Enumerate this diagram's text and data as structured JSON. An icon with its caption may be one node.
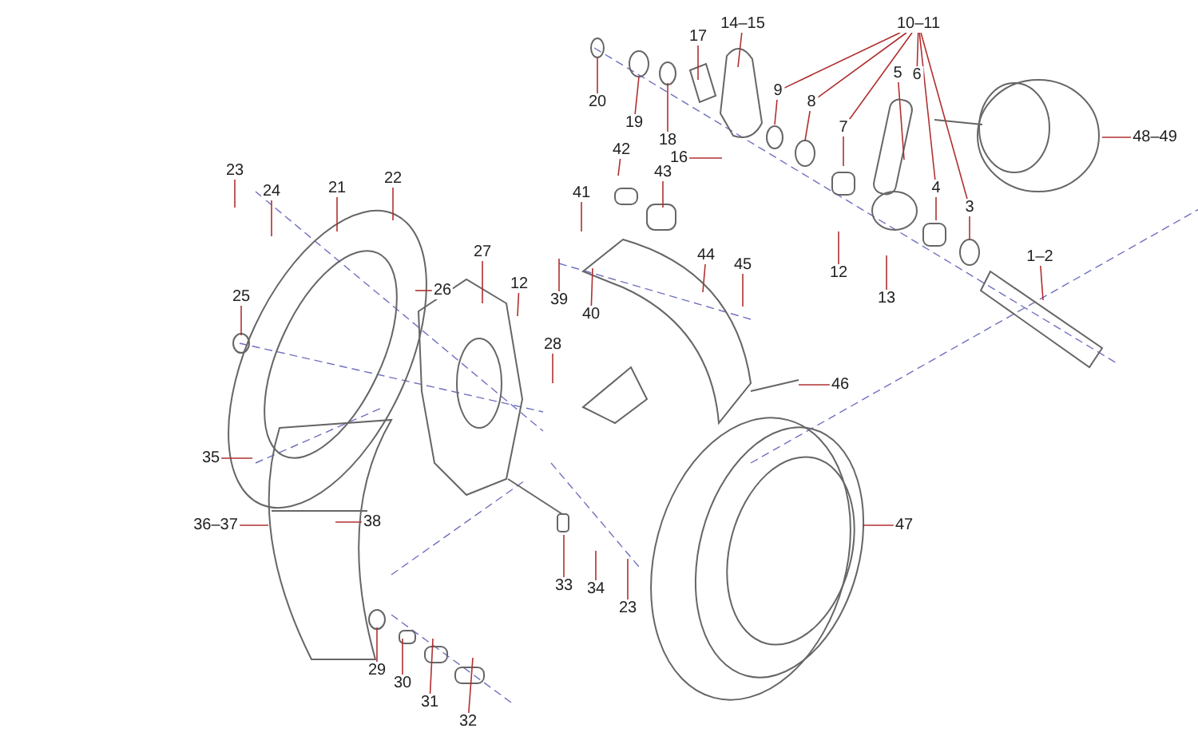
{
  "diagram": {
    "nodes": [
      {
        "text": [
          "14–15"
        ]
      },
      {
        "text": [
          "10–11"
        ]
      },
      {
        "text": [
          "17"
        ]
      },
      {
        "text": [
          "5"
        ]
      },
      {
        "text": [
          "9"
        ]
      },
      {
        "text": [
          "20"
        ]
      },
      {
        "text": [
          "19"
        ]
      },
      {
        "text": [
          "8"
        ]
      },
      {
        "text": [
          "48–49"
        ]
      },
      {
        "text": [
          "7"
        ]
      },
      {
        "text": [
          "18"
        ]
      },
      {
        "text": [
          "42"
        ]
      },
      {
        "text": [
          "16"
        ]
      },
      {
        "text": [
          "43"
        ]
      },
      {
        "text": [
          "23"
        ]
      },
      {
        "text": [
          "21"
        ]
      },
      {
        "text": [
          "22"
        ]
      },
      {
        "text": [
          "4"
        ]
      },
      {
        "text": [
          "41"
        ]
      },
      {
        "text": [
          "3"
        ]
      },
      {
        "text": [
          "24"
        ]
      },
      {
        "text": [
          "1–2"
        ]
      },
      {
        "text": [
          "27"
        ]
      },
      {
        "text": [
          "12"
        ]
      },
      {
        "text": [
          "26"
        ]
      },
      {
        "text": [
          "39"
        ]
      },
      {
        "text": [
          "25"
        ]
      },
      {
        "text": [
          "44"
        ]
      },
      {
        "text": [
          "45"
        ]
      },
      {
        "text": [
          "12"
        ]
      },
      {
        "text": [
          "13"
        ]
      },
      {
        "text": [
          "40"
        ]
      },
      {
        "text": [
          "28"
        ]
      },
      {
        "text": [
          "46"
        ]
      },
      {
        "text": [
          "35"
        ]
      },
      {
        "text": [
          "38"
        ]
      },
      {
        "text": [
          "36–37"
        ]
      },
      {
        "text": [
          "47"
        ]
      },
      {
        "text": [
          "33"
        ]
      },
      {
        "text": [
          "34"
        ]
      },
      {
        "text": [
          "23"
        ]
      },
      {
        "text": [
          "29"
        ]
      },
      {
        "text": [
          "30"
        ]
      },
      {
        "text": [
          "31"
        ]
      },
      {
        "text": [
          "32"
        ]
      },
      {
        "text": [
          "6"
        ]
      }
    ],
    "edges": [
      {
        "from": 0,
        "to": null,
        "arrow": "none"
      },
      {
        "from": 1,
        "to": 4,
        "arrow": "none"
      },
      {
        "from": 1,
        "to": 7,
        "arrow": "none"
      },
      {
        "from": 1,
        "to": 9,
        "arrow": "none"
      },
      {
        "from": 1,
        "to": 45,
        "arrow": "none"
      },
      {
        "from": 1,
        "to": 17,
        "arrow": "none"
      },
      {
        "from": 1,
        "to": 19,
        "arrow": "none"
      },
      {
        "from": 2,
        "to": null,
        "arrow": "none"
      },
      {
        "from": 3,
        "to": null,
        "arrow": "none"
      },
      {
        "from": 4,
        "to": null,
        "arrow": "none"
      },
      {
        "from": 5,
        "to": null,
        "arrow": "none"
      },
      {
        "from": 6,
        "to": null,
        "arrow": "none"
      },
      {
        "from": 7,
        "to": null,
        "arrow": "none"
      },
      {
        "from": 8,
        "to": null,
        "arrow": "none"
      },
      {
        "from": 9,
        "to": null,
        "arrow": "none"
      },
      {
        "from": 10,
        "to": null,
        "arrow": "none"
      },
      {
        "from": 11,
        "to": null,
        "arrow": "none"
      },
      {
        "from": 12,
        "to": null,
        "arrow": "none"
      },
      {
        "from": 13,
        "to": null,
        "arrow": "none"
      },
      {
        "from": 14,
        "to": null,
        "arrow": "none"
      },
      {
        "from": 15,
        "to": null,
        "arrow": "none"
      },
      {
        "from": 16,
        "to": null,
        "arrow": "none"
      },
      {
        "from": 17,
        "to": null,
        "arrow": "none"
      },
      {
        "from": 18,
        "to": null,
        "arrow": "none"
      },
      {
        "from": 19,
        "to": null,
        "arrow": "none"
      },
      {
        "from": 20,
        "to": null,
        "arrow": "none"
      },
      {
        "from": 21,
        "to": null,
        "arrow": "none"
      },
      {
        "from": 22,
        "to": null,
        "arrow": "none"
      },
      {
        "from": 23,
        "to": null,
        "arrow": "none"
      },
      {
        "from": 24,
        "to": null,
        "arrow": "none"
      },
      {
        "from": 25,
        "to": null,
        "arrow": "none"
      },
      {
        "from": 26,
        "to": null,
        "arrow": "none"
      },
      {
        "from": 27,
        "to": null,
        "arrow": "none"
      },
      {
        "from": 28,
        "to": null,
        "arrow": "none"
      },
      {
        "from": 29,
        "to": null,
        "arrow": "none"
      },
      {
        "from": 30,
        "to": null,
        "arrow": "none"
      },
      {
        "from": 31,
        "to": null,
        "arrow": "none"
      },
      {
        "from": 32,
        "to": null,
        "arrow": "none"
      },
      {
        "from": 33,
        "to": null,
        "arrow": "none"
      },
      {
        "from": 34,
        "to": null,
        "arrow": "none"
      },
      {
        "from": 35,
        "to": null,
        "arrow": "none"
      },
      {
        "from": 36,
        "to": null,
        "arrow": "none"
      },
      {
        "from": 37,
        "to": null,
        "arrow": "none"
      },
      {
        "from": 38,
        "to": null,
        "arrow": "none"
      },
      {
        "from": 39,
        "to": null,
        "arrow": "none"
      },
      {
        "from": 40,
        "to": null,
        "arrow": "none"
      },
      {
        "from": 41,
        "to": null,
        "arrow": "none"
      },
      {
        "from": 42,
        "to": null,
        "arrow": "none"
      },
      {
        "from": 43,
        "to": null,
        "arrow": "none"
      },
      {
        "from": 44,
        "to": null,
        "arrow": "none"
      }
    ]
  }
}
